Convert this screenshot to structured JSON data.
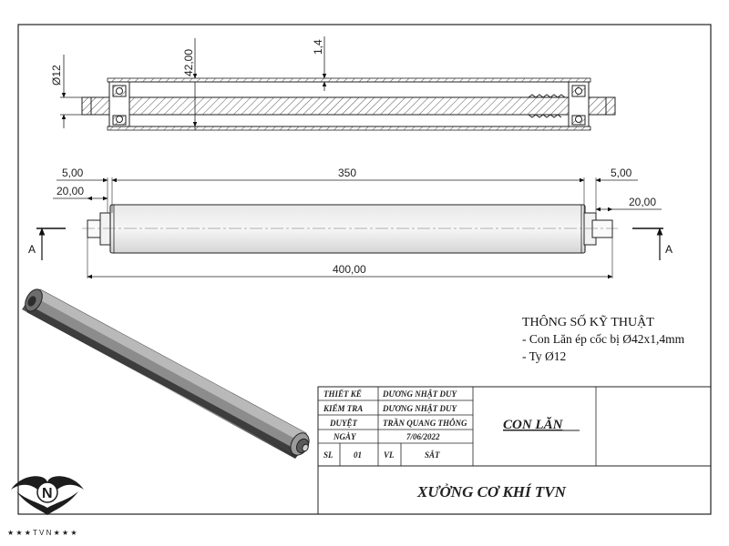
{
  "dimensions": {
    "section_diameter": "Ø12",
    "section_outer": "42,00",
    "section_wall": "1,4",
    "left_step": "5,00",
    "right_step": "5,00",
    "left_shaft": "20,00",
    "right_shaft": "20,00",
    "tube_length": "350",
    "total_length": "400,00"
  },
  "section_markers": {
    "left": "A",
    "right": "A"
  },
  "specs": {
    "heading": "THÔNG SỐ KỸ THUẬT",
    "line1": "- Con Lăn ép cốc bị Ø42x1,4mm",
    "line2": "- Ty Ø12"
  },
  "title_block": {
    "rows": [
      {
        "label": "THIẾT KẾ",
        "value": "DƯƠNG   NHẬT  DUY"
      },
      {
        "label": "KIỂM TRA",
        "value": "DƯƠNG NHẬT DUY"
      },
      {
        "label": "DUYỆT",
        "value": "TRẦN QUANG THÔNG"
      },
      {
        "label": "NGÀY",
        "value": "7/06/2022"
      }
    ],
    "bottom": {
      "sl_label": "SL",
      "sl_value": "01",
      "vl_label": "VL",
      "vl_value": "SẮT"
    },
    "part_name": "CON LĂN",
    "workshop": "XƯỞNG CƠ KHÍ TVN"
  },
  "logo": {
    "letter": "N",
    "caption": "★ ★ ★  T V N  ★ ★ ★"
  }
}
